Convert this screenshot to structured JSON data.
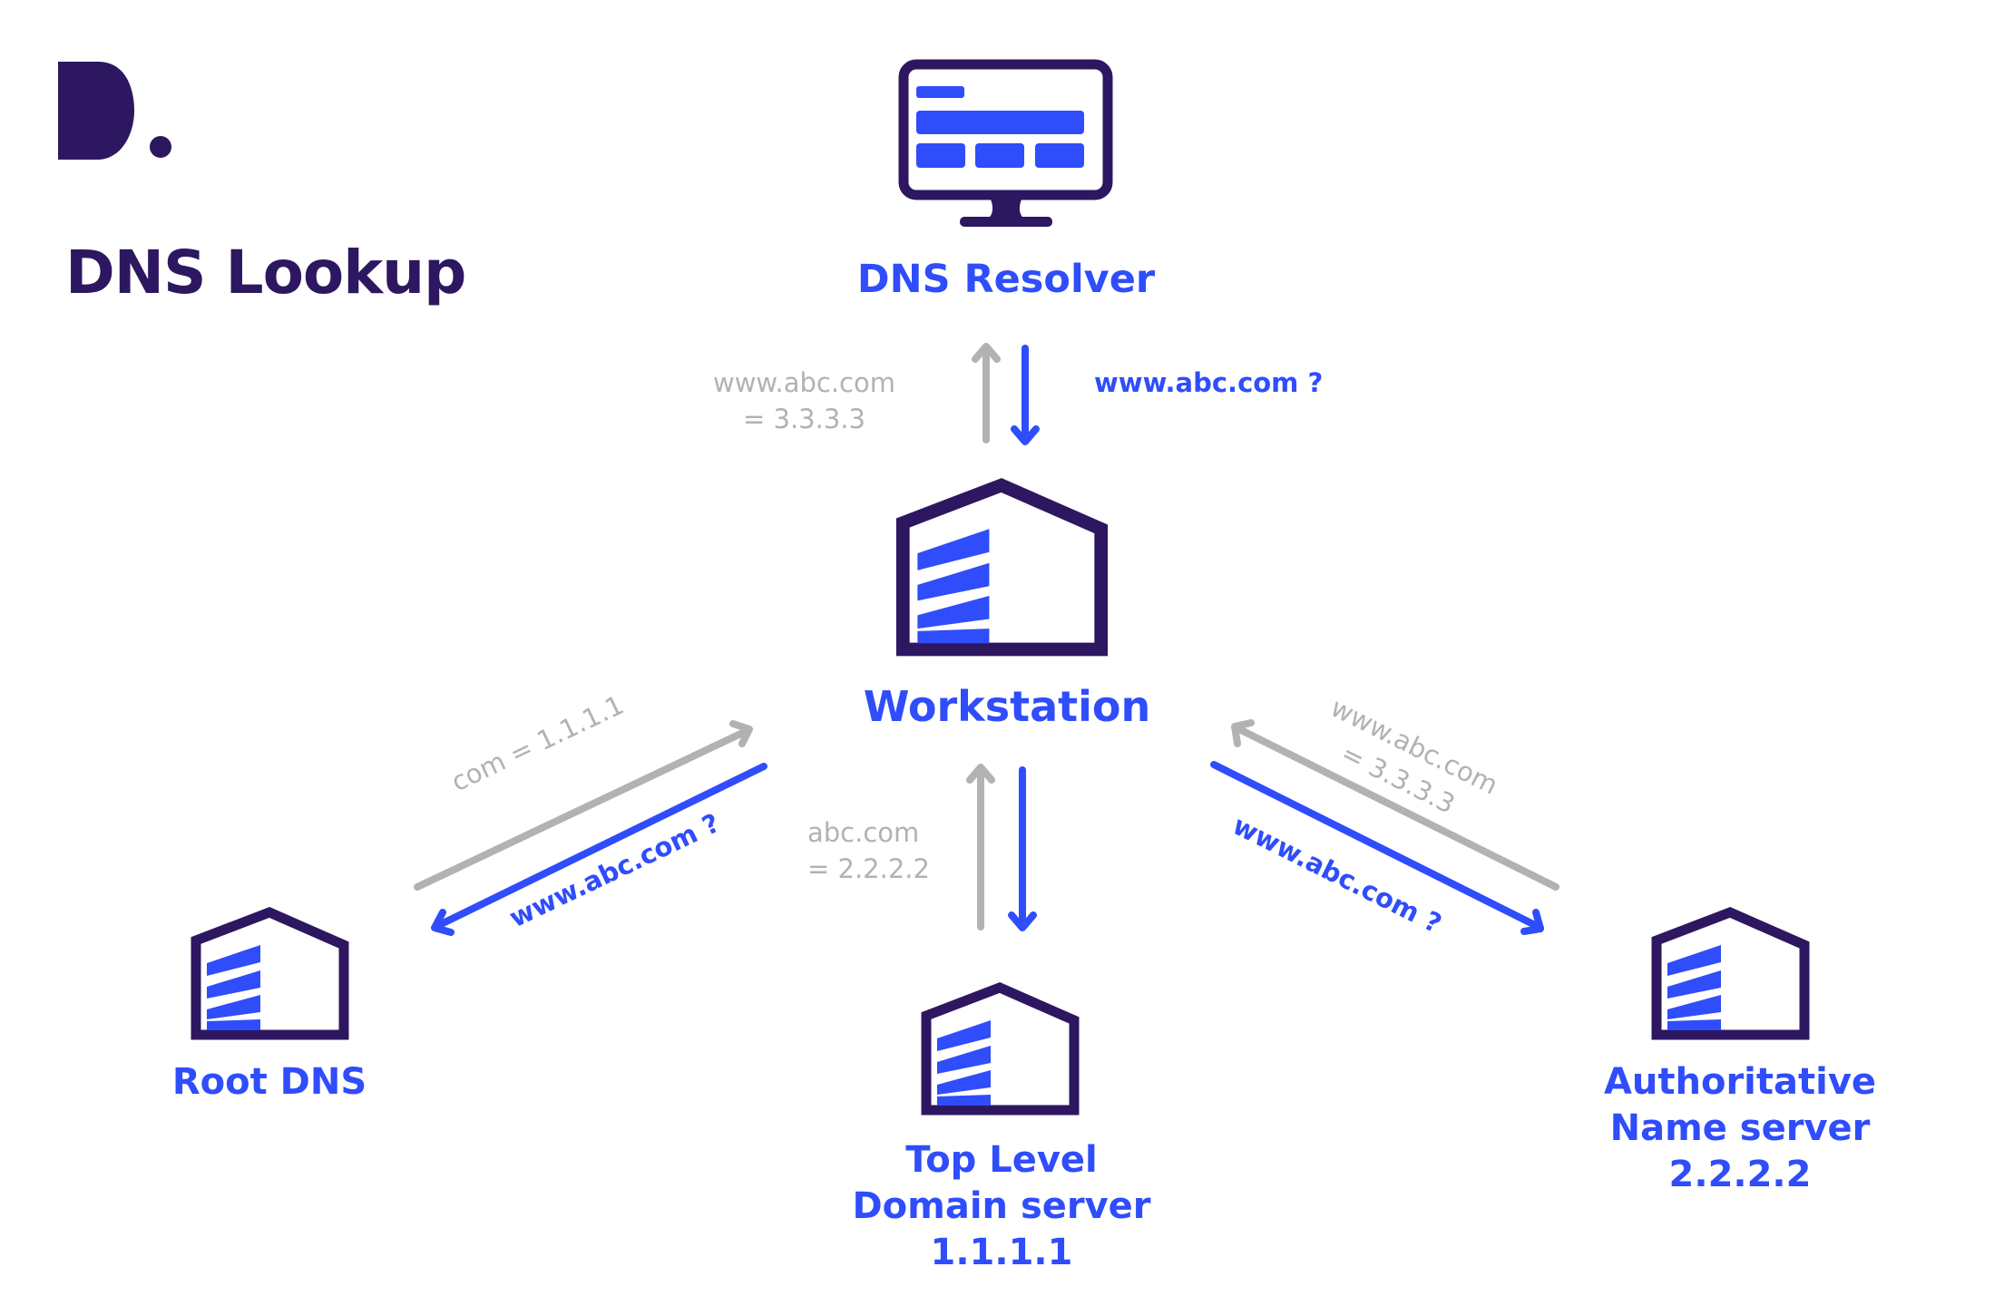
{
  "title": "DNS Lookup",
  "logo": {
    "icon": "brand-d-logo",
    "color": "#2d1760"
  },
  "colors": {
    "primary_dark": "#2d1760",
    "accent_blue": "#2f4dfb",
    "response_gray": "#b2b2b2",
    "background": "#ffffff"
  },
  "nodes": {
    "dns_resolver": {
      "icon": "monitor-icon",
      "label": "DNS Resolver"
    },
    "workstation": {
      "icon": "building-icon",
      "label": "Workstation"
    },
    "root_dns": {
      "icon": "building-icon",
      "label": "Root DNS"
    },
    "tld_server": {
      "icon": "building-icon",
      "lines": [
        "Top Level",
        "Domain server",
        "1.1.1.1"
      ]
    },
    "authoritative": {
      "icon": "building-icon",
      "lines": [
        "Authoritative",
        "Name server",
        "2.2.2.2"
      ]
    }
  },
  "edges": {
    "resolver_response": {
      "from": "DNS Resolver",
      "to": "Workstation",
      "direction": "up",
      "type": "response",
      "lines": [
        "www.abc.com",
        "= 3.3.3.3"
      ]
    },
    "resolver_query": {
      "from": "Workstation",
      "to": "DNS Resolver",
      "direction": "down",
      "type": "query",
      "text": "www.abc.com ?"
    },
    "root_response": {
      "from": "Root DNS",
      "to": "Workstation",
      "type": "response",
      "text": "com = 1.1.1.1"
    },
    "root_query": {
      "from": "Workstation",
      "to": "Root DNS",
      "type": "query",
      "text": "www.abc.com ?"
    },
    "tld_response": {
      "from": "Top Level Domain server",
      "to": "Workstation",
      "type": "response",
      "lines": [
        "abc.com",
        "= 2.2.2.2"
      ]
    },
    "tld_query": {
      "from": "Workstation",
      "to": "Top Level Domain server",
      "type": "query"
    },
    "auth_response": {
      "from": "Authoritative Name server",
      "to": "Workstation",
      "type": "response",
      "lines": [
        "www.abc.com",
        "= 3.3.3.3"
      ]
    },
    "auth_query": {
      "from": "Workstation",
      "to": "Authoritative Name server",
      "type": "query",
      "text": "www.abc.com ?"
    }
  }
}
